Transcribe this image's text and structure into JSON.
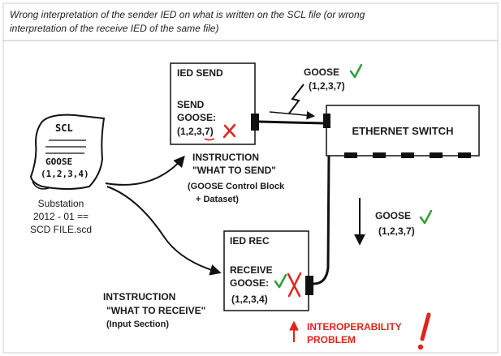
{
  "caption": {
    "line1": "Wrong interpretation of the sender IED on what is written on the SCL file (or wrong",
    "line2": "interpretation of the receive IED of the same file)"
  },
  "scl_doc": {
    "line1": "SCL",
    "line2": "GOOSE",
    "line3": "(1,2,3,4)"
  },
  "scd_label": {
    "line1": "Substation",
    "line2": "2012 - 01 ==",
    "line3": "SCD FILE.scd"
  },
  "ied_send": {
    "title": "IED SEND",
    "line1": "SEND",
    "line2": "GOOSE:",
    "line3": "(1,2,3,7)"
  },
  "goose_top": {
    "label": "GOOSE",
    "values": "(1,2,3,7)"
  },
  "switch": {
    "label": "ETHERNET SWITCH"
  },
  "instr_send": {
    "line1": "INSTRUCTION",
    "line2": "\"WHAT TO SEND\"",
    "line3": "(GOOSE Control Block",
    "line4": "+ Dataset)"
  },
  "goose_right": {
    "label": "GOOSE",
    "values": "(1,2,3,7)"
  },
  "ied_rec": {
    "title": "IED REC",
    "line1": "RECEIVE",
    "line2": "GOOSE:",
    "line3": "(1,2,3,4)"
  },
  "instr_rec": {
    "line1": "INTSTRUCTION",
    "line2": "\"WHAT TO RECEIVE\"",
    "line3": "(Input Section)"
  },
  "problem": {
    "line1": "INTEROPERABILITY",
    "line2": "PROBLEM"
  },
  "colors": {
    "accent_red": "#e0241b",
    "check_green": "#2e9e3a",
    "ink": "#1a1a1a"
  }
}
